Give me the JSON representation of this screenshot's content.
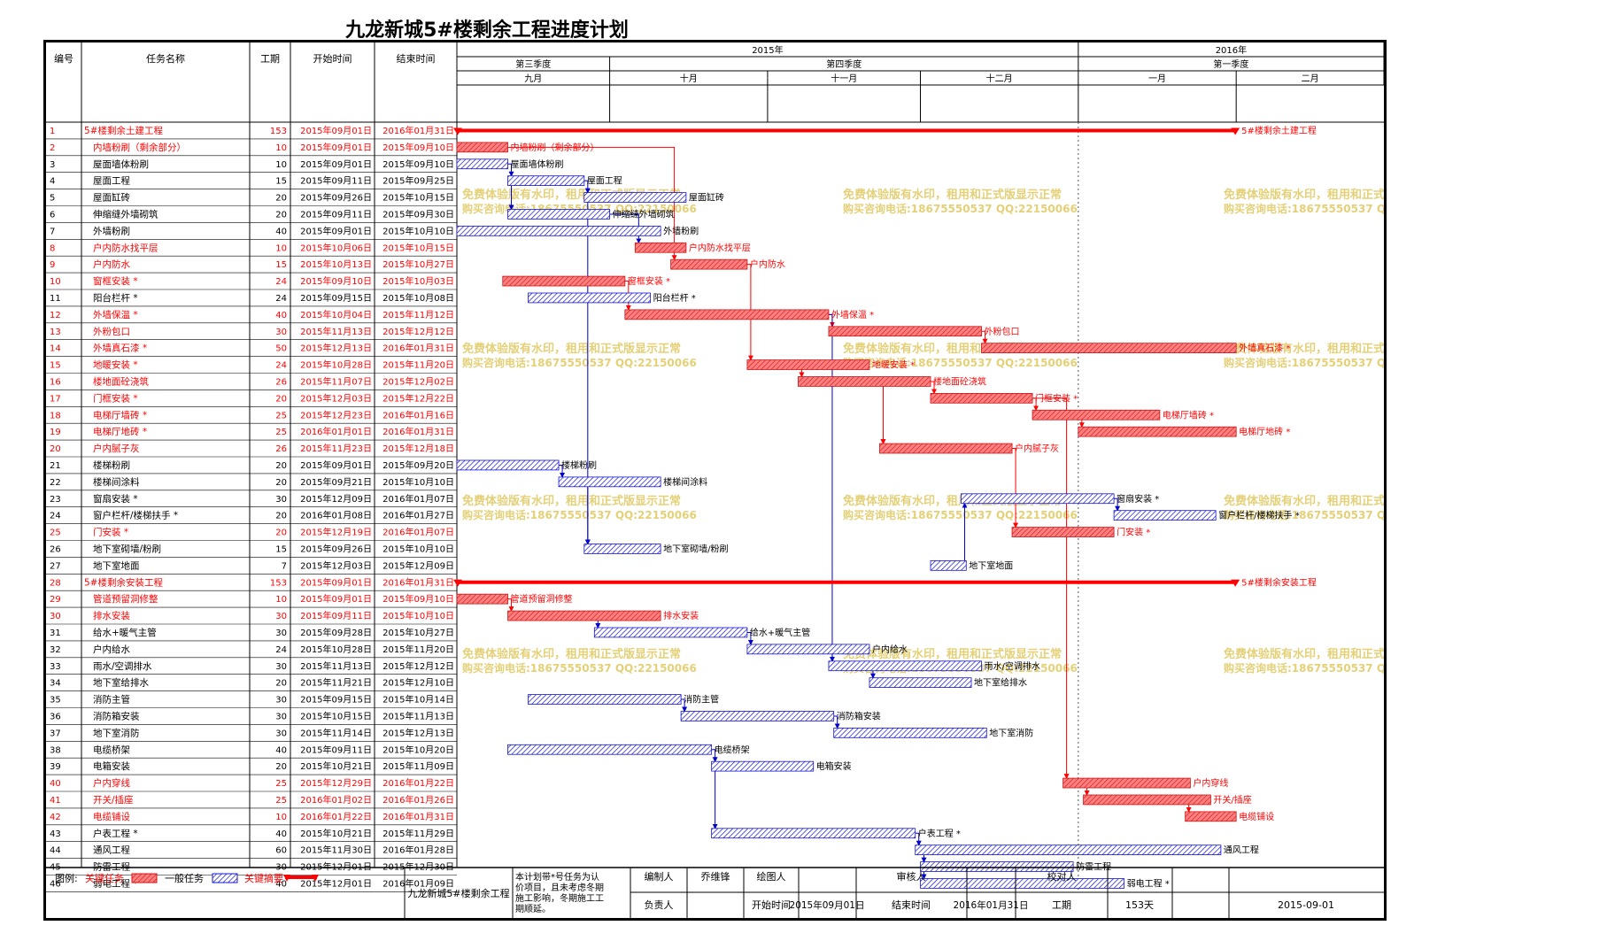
{
  "title": "九龙新城5#楼剩余工程进度计划",
  "table_headers": {
    "id": "编号",
    "name": "任务名称",
    "duration": "工期",
    "start": "开始时间",
    "end": "结束时间"
  },
  "timeline": {
    "years": [
      {
        "label": "2015年",
        "start": "2015-09-01",
        "end": "2016-01-01"
      },
      {
        "label": "2016年",
        "start": "2016-01-01",
        "end": "2016-03-01"
      }
    ],
    "quarters": [
      {
        "label": "第三季度",
        "start": "2015-09-01",
        "end": "2015-10-01"
      },
      {
        "label": "第四季度",
        "start": "2015-10-01",
        "end": "2016-01-01"
      },
      {
        "label": "第一季度",
        "start": "2016-01-01",
        "end": "2016-03-01"
      }
    ],
    "months": [
      {
        "label": "九月",
        "start": "2015-09-01",
        "end": "2015-10-01"
      },
      {
        "label": "十月",
        "start": "2015-10-01",
        "end": "2015-11-01"
      },
      {
        "label": "十一月",
        "start": "2015-11-01",
        "end": "2015-12-01"
      },
      {
        "label": "十二月",
        "start": "2015-12-01",
        "end": "2016-01-01"
      },
      {
        "label": "一月",
        "start": "2016-01-01",
        "end": "2016-02-01"
      },
      {
        "label": "二月",
        "start": "2016-02-01",
        "end": "2016-03-01"
      }
    ]
  },
  "chart_data": {
    "type": "gantt",
    "title": "九龙新城5#楼剩余工程进度计划",
    "x_range": [
      "2015-09-01",
      "2016-03-01"
    ],
    "colors": {
      "critical": "#ff0000",
      "normal": "#0000cc",
      "critical_fill": "#ff6b6b",
      "normal_fill": "#7777ee"
    },
    "tasks": [
      {
        "id": "1",
        "name": "5#楼剩余土建工程",
        "duration": "153",
        "start_text": "2015年09月01日",
        "end_text": "2016年01月31日",
        "start": "2015-09-01",
        "end": "2016-01-31",
        "type": "summary",
        "critical": true
      },
      {
        "id": "2",
        "name": "内墙粉刷（剩余部分）",
        "duration": "10",
        "start_text": "2015年09月01日",
        "end_text": "2015年09月10日",
        "start": "2015-09-01",
        "end": "2015-09-10",
        "type": "task",
        "critical": true
      },
      {
        "id": "3",
        "name": "屋面墙体粉刷",
        "duration": "10",
        "start_text": "2015年09月01日",
        "end_text": "2015年09月10日",
        "start": "2015-09-01",
        "end": "2015-09-10",
        "type": "task",
        "critical": false
      },
      {
        "id": "4",
        "name": "屋面工程",
        "duration": "15",
        "start_text": "2015年09月11日",
        "end_text": "2015年09月25日",
        "start": "2015-09-11",
        "end": "2015-09-25",
        "type": "task",
        "critical": false
      },
      {
        "id": "5",
        "name": "屋面缸砖",
        "duration": "20",
        "start_text": "2015年09月26日",
        "end_text": "2015年10月15日",
        "start": "2015-09-26",
        "end": "2015-10-15",
        "type": "task",
        "critical": false
      },
      {
        "id": "6",
        "name": "伸缩缝外墙砌筑",
        "duration": "20",
        "start_text": "2015年09月11日",
        "end_text": "2015年09月30日",
        "start": "2015-09-11",
        "end": "2015-09-30",
        "type": "task",
        "critical": false
      },
      {
        "id": "7",
        "name": "外墙粉刷",
        "duration": "40",
        "start_text": "2015年09月01日",
        "end_text": "2015年10月10日",
        "start": "2015-09-01",
        "end": "2015-10-10",
        "type": "task",
        "critical": false
      },
      {
        "id": "8",
        "name": "户内防水找平层",
        "duration": "10",
        "start_text": "2015年10月06日",
        "end_text": "2015年10月15日",
        "start": "2015-10-06",
        "end": "2015-10-15",
        "type": "task",
        "critical": true
      },
      {
        "id": "9",
        "name": "户内防水",
        "duration": "15",
        "start_text": "2015年10月13日",
        "end_text": "2015年10月27日",
        "start": "2015-10-13",
        "end": "2015-10-27",
        "type": "task",
        "critical": true
      },
      {
        "id": "10",
        "name": "窗框安装 *",
        "duration": "24",
        "start_text": "2015年09月10日",
        "end_text": "2015年10月03日",
        "start": "2015-09-10",
        "end": "2015-10-03",
        "type": "task",
        "critical": true
      },
      {
        "id": "11",
        "name": "阳台栏杆 *",
        "duration": "24",
        "start_text": "2015年09月15日",
        "end_text": "2015年10月08日",
        "start": "2015-09-15",
        "end": "2015-10-08",
        "type": "task",
        "critical": false
      },
      {
        "id": "12",
        "name": "外墙保温 *",
        "duration": "40",
        "start_text": "2015年10月04日",
        "end_text": "2015年11月12日",
        "start": "2015-10-04",
        "end": "2015-11-12",
        "type": "task",
        "critical": true
      },
      {
        "id": "13",
        "name": "外粉包口",
        "duration": "30",
        "start_text": "2015年11月13日",
        "end_text": "2015年12月12日",
        "start": "2015-11-13",
        "end": "2015-12-12",
        "type": "task",
        "critical": true
      },
      {
        "id": "14",
        "name": "外墙真石漆 *",
        "duration": "50",
        "start_text": "2015年12月13日",
        "end_text": "2016年01月31日",
        "start": "2015-12-13",
        "end": "2016-01-31",
        "type": "task",
        "critical": true
      },
      {
        "id": "15",
        "name": "地暖安装 *",
        "duration": "24",
        "start_text": "2015年10月28日",
        "end_text": "2015年11月20日",
        "start": "2015-10-28",
        "end": "2015-11-20",
        "type": "task",
        "critical": true
      },
      {
        "id": "16",
        "name": "楼地面砼浇筑",
        "duration": "26",
        "start_text": "2015年11月07日",
        "end_text": "2015年12月02日",
        "start": "2015-11-07",
        "end": "2015-12-02",
        "type": "task",
        "critical": true
      },
      {
        "id": "17",
        "name": "门框安装 *",
        "duration": "20",
        "start_text": "2015年12月03日",
        "end_text": "2015年12月22日",
        "start": "2015-12-03",
        "end": "2015-12-22",
        "type": "task",
        "critical": true
      },
      {
        "id": "18",
        "name": "电梯厅墙砖 *",
        "duration": "25",
        "start_text": "2015年12月23日",
        "end_text": "2016年01月16日",
        "start": "2015-12-23",
        "end": "2016-01-16",
        "type": "task",
        "critical": true
      },
      {
        "id": "19",
        "name": "电梯厅地砖 *",
        "duration": "25",
        "start_text": "2016年01月01日",
        "end_text": "2016年01月31日",
        "start": "2016-01-01",
        "end": "2016-01-31",
        "type": "task",
        "critical": true
      },
      {
        "id": "20",
        "name": "户内腻子灰",
        "duration": "26",
        "start_text": "2015年11月23日",
        "end_text": "2015年12月18日",
        "start": "2015-11-23",
        "end": "2015-12-18",
        "type": "task",
        "critical": true
      },
      {
        "id": "21",
        "name": "楼梯粉刷",
        "duration": "20",
        "start_text": "2015年09月01日",
        "end_text": "2015年09月20日",
        "start": "2015-09-01",
        "end": "2015-09-20",
        "type": "task",
        "critical": false
      },
      {
        "id": "22",
        "name": "楼梯间涂料",
        "duration": "20",
        "start_text": "2015年09月21日",
        "end_text": "2015年10月10日",
        "start": "2015-09-21",
        "end": "2015-10-10",
        "type": "task",
        "critical": false
      },
      {
        "id": "23",
        "name": "窗扇安装 *",
        "duration": "30",
        "start_text": "2015年12月09日",
        "end_text": "2016年01月07日",
        "start": "2015-12-09",
        "end": "2016-01-07",
        "type": "task",
        "critical": false
      },
      {
        "id": "24",
        "name": "窗户栏杆/楼梯扶手 *",
        "duration": "20",
        "start_text": "2016年01月08日",
        "end_text": "2016年01月27日",
        "start": "2016-01-08",
        "end": "2016-01-27",
        "type": "task",
        "critical": false
      },
      {
        "id": "25",
        "name": "门安装 *",
        "duration": "20",
        "start_text": "2015年12月19日",
        "end_text": "2016年01月07日",
        "start": "2015-12-19",
        "end": "2016-01-07",
        "type": "task",
        "critical": true
      },
      {
        "id": "26",
        "name": "地下室砌墙/粉刷",
        "duration": "15",
        "start_text": "2015年09月26日",
        "end_text": "2015年10月10日",
        "start": "2015-09-26",
        "end": "2015-10-10",
        "type": "task",
        "critical": false
      },
      {
        "id": "27",
        "name": "地下室地面",
        "duration": "7",
        "start_text": "2015年12月03日",
        "end_text": "2015年12月09日",
        "start": "2015-12-03",
        "end": "2015-12-09",
        "type": "task",
        "critical": false
      },
      {
        "id": "28",
        "name": "5#楼剩余安装工程",
        "duration": "153",
        "start_text": "2015年09月01日",
        "end_text": "2016年01月31日",
        "start": "2015-09-01",
        "end": "2016-01-31",
        "type": "summary",
        "critical": true
      },
      {
        "id": "29",
        "name": "管道预留洞修整",
        "duration": "10",
        "start_text": "2015年09月01日",
        "end_text": "2015年09月10日",
        "start": "2015-09-01",
        "end": "2015-09-10",
        "type": "task",
        "critical": true
      },
      {
        "id": "30",
        "name": "排水安装",
        "duration": "30",
        "start_text": "2015年09月11日",
        "end_text": "2015年10月10日",
        "start": "2015-09-11",
        "end": "2015-10-10",
        "type": "task",
        "critical": true
      },
      {
        "id": "31",
        "name": "给水+暖气主管",
        "duration": "30",
        "start_text": "2015年09月28日",
        "end_text": "2015年10月27日",
        "start": "2015-09-28",
        "end": "2015-10-27",
        "type": "task",
        "critical": false
      },
      {
        "id": "32",
        "name": "户内给水",
        "duration": "24",
        "start_text": "2015年10月28日",
        "end_text": "2015年11月20日",
        "start": "2015-10-28",
        "end": "2015-11-20",
        "type": "task",
        "critical": false
      },
      {
        "id": "33",
        "name": "雨水/空调排水",
        "duration": "30",
        "start_text": "2015年11月13日",
        "end_text": "2015年12月12日",
        "start": "2015-11-13",
        "end": "2015-12-12",
        "type": "task",
        "critical": false
      },
      {
        "id": "34",
        "name": "地下室给排水",
        "duration": "20",
        "start_text": "2015年11月21日",
        "end_text": "2015年12月10日",
        "start": "2015-11-21",
        "end": "2015-12-10",
        "type": "task",
        "critical": false
      },
      {
        "id": "35",
        "name": "消防主管",
        "duration": "30",
        "start_text": "2015年09月15日",
        "end_text": "2015年10月14日",
        "start": "2015-09-15",
        "end": "2015-10-14",
        "type": "task",
        "critical": false
      },
      {
        "id": "36",
        "name": "消防箱安装",
        "duration": "30",
        "start_text": "2015年10月15日",
        "end_text": "2015年11月13日",
        "start": "2015-10-15",
        "end": "2015-11-13",
        "type": "task",
        "critical": false
      },
      {
        "id": "37",
        "name": "地下室消防",
        "duration": "30",
        "start_text": "2015年11月14日",
        "end_text": "2015年12月13日",
        "start": "2015-11-14",
        "end": "2015-12-13",
        "type": "task",
        "critical": false
      },
      {
        "id": "38",
        "name": "电缆桥架",
        "duration": "40",
        "start_text": "2015年09月11日",
        "end_text": "2015年10月20日",
        "start": "2015-09-11",
        "end": "2015-10-20",
        "type": "task",
        "critical": false
      },
      {
        "id": "39",
        "name": "电箱安装",
        "duration": "20",
        "start_text": "2015年10月21日",
        "end_text": "2015年11月09日",
        "start": "2015-10-21",
        "end": "2015-11-09",
        "type": "task",
        "critical": false
      },
      {
        "id": "40",
        "name": "户内穿线",
        "duration": "25",
        "start_text": "2015年12月29日",
        "end_text": "2016年01月22日",
        "start": "2015-12-29",
        "end": "2016-01-22",
        "type": "task",
        "critical": true
      },
      {
        "id": "41",
        "name": "开关/插座",
        "duration": "25",
        "start_text": "2016年01月02日",
        "end_text": "2016年01月26日",
        "start": "2016-01-02",
        "end": "2016-01-26",
        "type": "task",
        "critical": true
      },
      {
        "id": "42",
        "name": "电缆铺设",
        "duration": "10",
        "start_text": "2016年01月22日",
        "end_text": "2016年01月31日",
        "start": "2016-01-22",
        "end": "2016-01-31",
        "type": "task",
        "critical": true
      },
      {
        "id": "43",
        "name": "户表工程 *",
        "duration": "40",
        "start_text": "2015年10月21日",
        "end_text": "2015年11月29日",
        "start": "2015-10-21",
        "end": "2015-11-29",
        "type": "task",
        "critical": false
      },
      {
        "id": "44",
        "name": "通风工程",
        "duration": "60",
        "start_text": "2015年11月30日",
        "end_text": "2016年01月28日",
        "start": "2015-11-30",
        "end": "2016-01-28",
        "type": "task",
        "critical": false
      },
      {
        "id": "45",
        "name": "防雷工程",
        "duration": "30",
        "start_text": "2015年12月01日",
        "end_text": "2015年12月30日",
        "start": "2015-12-01",
        "end": "2015-12-30",
        "type": "task",
        "critical": false
      },
      {
        "id": "46",
        "name": "弱电工程 *",
        "duration": "40",
        "start_text": "2015年12月01日",
        "end_text": "2016年01月09日",
        "start": "2015-12-01",
        "end": "2016-01-09",
        "type": "task",
        "critical": false
      }
    ],
    "links": [
      [
        2,
        9
      ],
      [
        3,
        4
      ],
      [
        4,
        5
      ],
      [
        4,
        6
      ],
      [
        6,
        8
      ],
      [
        10,
        12
      ],
      [
        12,
        13
      ],
      [
        13,
        14
      ],
      [
        9,
        15
      ],
      [
        15,
        16
      ],
      [
        16,
        17
      ],
      [
        17,
        18
      ],
      [
        18,
        19
      ],
      [
        16,
        20
      ],
      [
        20,
        25
      ],
      [
        21,
        22
      ],
      [
        27,
        23
      ],
      [
        23,
        24
      ],
      [
        5,
        26
      ],
      [
        22,
        26
      ],
      [
        29,
        30
      ],
      [
        30,
        31
      ],
      [
        31,
        32
      ],
      [
        32,
        33
      ],
      [
        12,
        33
      ],
      [
        33,
        34
      ],
      [
        35,
        36
      ],
      [
        36,
        37
      ],
      [
        38,
        39
      ],
      [
        39,
        43
      ],
      [
        43,
        44
      ],
      [
        44,
        45
      ],
      [
        44,
        46
      ],
      [
        17,
        40
      ],
      [
        40,
        41
      ],
      [
        41,
        42
      ],
      [
        16,
        20
      ]
    ]
  },
  "legend": {
    "label": "图例:",
    "critical_label": "关键任务",
    "normal_label": "一般任务",
    "milestone_label": "关键摘要"
  },
  "watermark": {
    "line1": "免费体验版有水印，租用和正式版显示正常",
    "line2": "购买咨询电话:18675550537 QQ:22150066"
  },
  "footer": {
    "project": "九龙新城5#楼剩余工程",
    "note": "本计划带*号任务为认价项目，且未考虑冬期施工影响，冬期施工工期顺延。",
    "compiler_label": "编制人",
    "compiler": "乔维锋",
    "drawer_label": "绘图人",
    "drawer": "",
    "reviewer_label": "审核人",
    "reviewer": "",
    "checker_label": "校对人",
    "checker": "",
    "manager_label": "负责人",
    "manager": "",
    "start_label": "开始时间",
    "start": "2015年09月01日",
    "end_label": "结束时间",
    "end": "2016年01月31日",
    "duration_label": "工期",
    "duration": "153天",
    "date": "2015-09-01"
  }
}
